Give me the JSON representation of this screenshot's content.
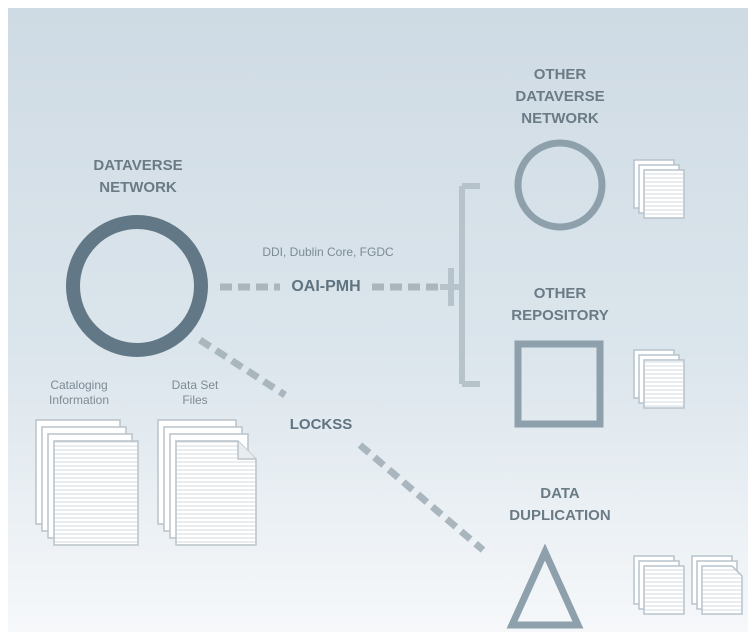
{
  "labels": {
    "dataverse_network": [
      "DATAVERSE",
      "NETWORK"
    ],
    "other_dataverse_network": [
      "OTHER",
      "DATAVERSE",
      "NETWORK"
    ],
    "other_repository": [
      "OTHER",
      "REPOSITORY"
    ],
    "data_duplication": [
      "DATA",
      "DUPLICATION"
    ],
    "metadata_formats": "DDI, Dublin Core, FGDC",
    "oai_pmh": "OAI-PMH",
    "lockss": "LOCKSS",
    "cataloging_information": [
      "Cataloging",
      "Information"
    ],
    "data_set_files": [
      "Data Set",
      "Files"
    ]
  },
  "colors": {
    "background_top": "#cfdbe4",
    "background_bottom": "#f6f8fa",
    "dataverse_ring": "#627886",
    "node_shapes": "#8ea0ac",
    "connectors": "#b7c3cb",
    "dash": "#aab6be"
  }
}
